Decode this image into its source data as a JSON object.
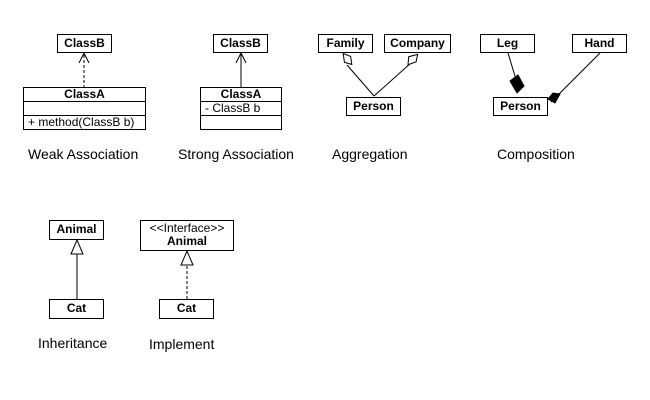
{
  "weak_association": {
    "target_label": "ClassB",
    "source_label": "ClassA",
    "source_attribute": "",
    "source_method": "+ method(ClassB b)",
    "caption": "Weak Association"
  },
  "strong_association": {
    "target_label": "ClassB",
    "source_label": "ClassA",
    "source_attribute": "- ClassB b",
    "caption": "Strong Association"
  },
  "aggregation": {
    "whole_left_label": "Family",
    "whole_right_label": "Company",
    "part_label": "Person",
    "caption": "Aggregation"
  },
  "composition": {
    "part_left_label": "Leg",
    "part_right_label": "Hand",
    "whole_label": "Person",
    "caption": "Composition"
  },
  "inheritance": {
    "parent_label": "Animal",
    "child_label": "Cat",
    "caption": "Inheritance"
  },
  "implement": {
    "stereotype": "<<Interface>>",
    "interface_label": "Animal",
    "child_label": "Cat",
    "caption": "Implement"
  }
}
